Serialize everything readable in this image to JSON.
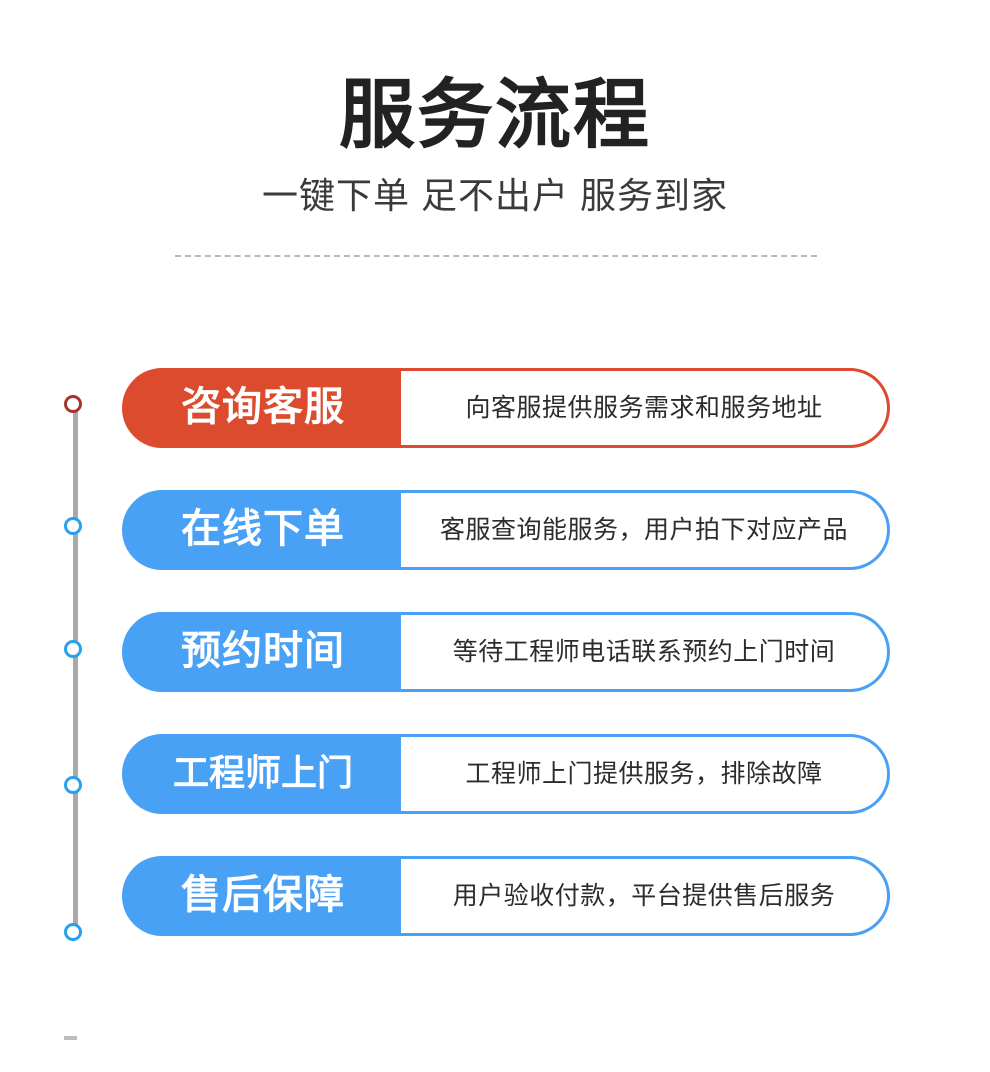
{
  "header": {
    "title": "服务流程",
    "subtitle": "一键下单 足不出户 服务到家"
  },
  "colors": {
    "accent_red": "#dd4b2e",
    "accent_blue": "#49a1f5",
    "dot_red": "#a8322c",
    "dot_blue": "#27a0f0",
    "rail_gray": "#a9a9a9",
    "divider_gray": "#b9b9b9",
    "text_dark": "#222222"
  },
  "steps": [
    {
      "index": 1,
      "label": "咨询客服",
      "description": "向客服提供服务需求和服务地址",
      "accent": "red"
    },
    {
      "index": 2,
      "label": "在线下单",
      "description": "客服查询能服务，用户拍下对应产品",
      "accent": "blue"
    },
    {
      "index": 3,
      "label": "预约时间",
      "description": "等待工程师电话联系预约上门时间",
      "accent": "blue"
    },
    {
      "index": 4,
      "label": "工程师上门",
      "description": "工程师上门提供服务，排除故障",
      "accent": "blue"
    },
    {
      "index": 5,
      "label": "售后保障",
      "description": "用户验收付款，平台提供售后服务",
      "accent": "blue"
    }
  ]
}
